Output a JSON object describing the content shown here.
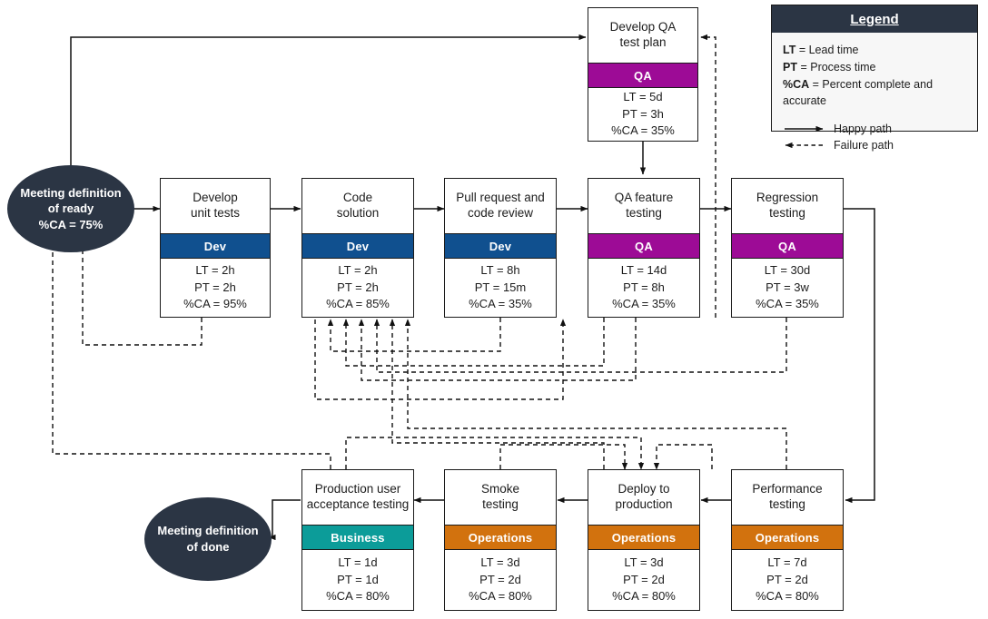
{
  "legend": {
    "title": "Legend",
    "definitions": [
      {
        "term": "LT",
        "text": " = Lead time"
      },
      {
        "term": "PT",
        "text": " = Process time"
      },
      {
        "term": "%CA",
        "text": " = Percent complete and accurate"
      }
    ],
    "paths": [
      {
        "label": "Happy path",
        "style": "solid"
      },
      {
        "label": "Failure path",
        "style": "dashed"
      }
    ]
  },
  "terminals": [
    {
      "id": "ready",
      "lines": [
        "Meeting definition",
        "of ready",
        "%CA = 75%"
      ]
    },
    {
      "id": "done",
      "lines": [
        "Meeting definition",
        "of done"
      ]
    }
  ],
  "roles": {
    "dev": {
      "label": "Dev",
      "color": "#10508f"
    },
    "qa": {
      "label": "QA",
      "color": "#9d0b96"
    },
    "business": {
      "label": "Business",
      "color": "#0c9c99"
    },
    "operations": {
      "label": "Operations",
      "color": "#d2720e"
    }
  },
  "boxes": [
    {
      "id": "qa-test-plan",
      "title": [
        "Develop QA",
        "test plan"
      ],
      "role": "QA",
      "role_color": "#9d0b96",
      "lt": "LT = 5d",
      "pt": "PT = 3h",
      "ca": "%CA = 35%"
    },
    {
      "id": "unit-tests",
      "title": [
        "Develop",
        "unit tests"
      ],
      "role": "Dev",
      "role_color": "#10508f",
      "lt": "LT = 2h",
      "pt": "PT = 2h",
      "ca": "%CA = 95%"
    },
    {
      "id": "code-solution",
      "title": [
        "Code",
        "solution"
      ],
      "role": "Dev",
      "role_color": "#10508f",
      "lt": "LT = 2h",
      "pt": "PT = 2h",
      "ca": "%CA = 85%"
    },
    {
      "id": "pull-request",
      "title": [
        "Pull request and",
        "code review"
      ],
      "role": "Dev",
      "role_color": "#10508f",
      "lt": "LT = 8h",
      "pt": "PT = 15m",
      "ca": "%CA = 35%"
    },
    {
      "id": "qa-feature",
      "title": [
        "QA feature",
        "testing"
      ],
      "role": "QA",
      "role_color": "#9d0b96",
      "lt": "LT = 14d",
      "pt": "PT = 8h",
      "ca": "%CA = 35%"
    },
    {
      "id": "regression",
      "title": [
        "Regression",
        "testing"
      ],
      "role": "QA",
      "role_color": "#9d0b96",
      "lt": "LT = 30d",
      "pt": "PT = 3w",
      "ca": "%CA = 35%"
    },
    {
      "id": "prod-uat",
      "title": [
        "Production user",
        "acceptance testing"
      ],
      "role": "Business",
      "role_color": "#0c9c99",
      "lt": "LT = 1d",
      "pt": "PT = 1d",
      "ca": "%CA = 80%"
    },
    {
      "id": "smoke",
      "title": [
        "Smoke",
        "testing"
      ],
      "role": "Operations",
      "role_color": "#d2720e",
      "lt": "LT = 3d",
      "pt": "PT = 2d",
      "ca": "%CA = 80%"
    },
    {
      "id": "deploy",
      "title": [
        "Deploy to",
        "production"
      ],
      "role": "Operations",
      "role_color": "#d2720e",
      "lt": "LT = 3d",
      "pt": "PT = 2d",
      "ca": "%CA = 80%"
    },
    {
      "id": "performance",
      "title": [
        "Performance",
        "testing"
      ],
      "role": "Operations",
      "role_color": "#d2720e",
      "lt": "LT = 7d",
      "pt": "PT = 2d",
      "ca": "%CA = 80%"
    }
  ]
}
